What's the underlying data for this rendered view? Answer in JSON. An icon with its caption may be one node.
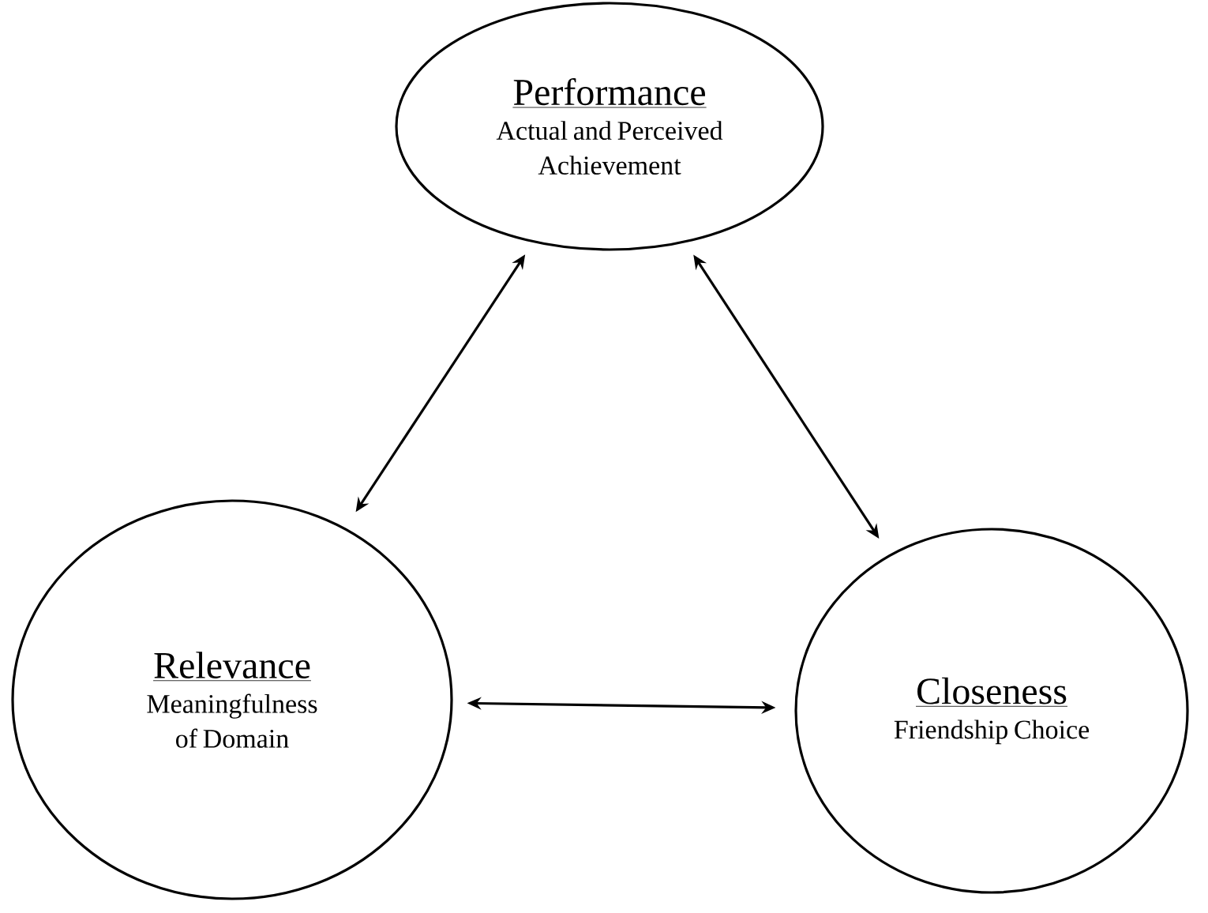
{
  "diagram": {
    "nodes": [
      {
        "text": [
          "Performance",
          "Actual and Perceived Achievement"
        ]
      },
      {
        "text": [
          "Relevance",
          "Meaningfulness of Domain"
        ]
      },
      {
        "text": [
          "Closeness",
          "Friendship Choice"
        ]
      }
    ],
    "edges": [
      {
        "from": 0,
        "to": 1,
        "arrow": "both"
      },
      {
        "from": 0,
        "to": 2,
        "arrow": "both"
      },
      {
        "from": 1,
        "to": 2,
        "arrow": "both"
      }
    ]
  }
}
